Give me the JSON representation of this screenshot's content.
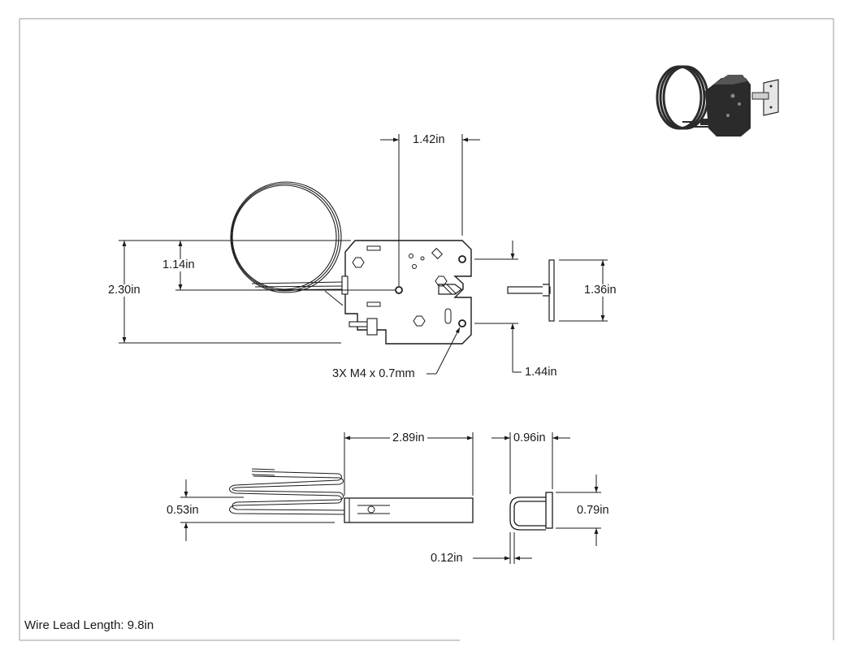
{
  "front_view": {
    "width_top": "1.42in",
    "mount_hole_height": "1.14in",
    "overall_height": "2.30in",
    "hole_spacing": "1.44in",
    "thread_callout": "3X M4 x 0.7mm",
    "strike_height": "1.36in"
  },
  "side_view": {
    "body_length": "2.89in",
    "wire_coil_height": "0.53in",
    "strike_depth": "0.96in",
    "strike_width": "0.79in",
    "strike_thickness": "0.12in"
  },
  "notes": {
    "wire_lead_length": "Wire Lead Length: 9.8in"
  },
  "colors": {
    "line": "#1a1a1a",
    "frame": "#9a9a9a",
    "part_dark": "#2b2b2b",
    "part_fill": "#f4f4f4"
  }
}
